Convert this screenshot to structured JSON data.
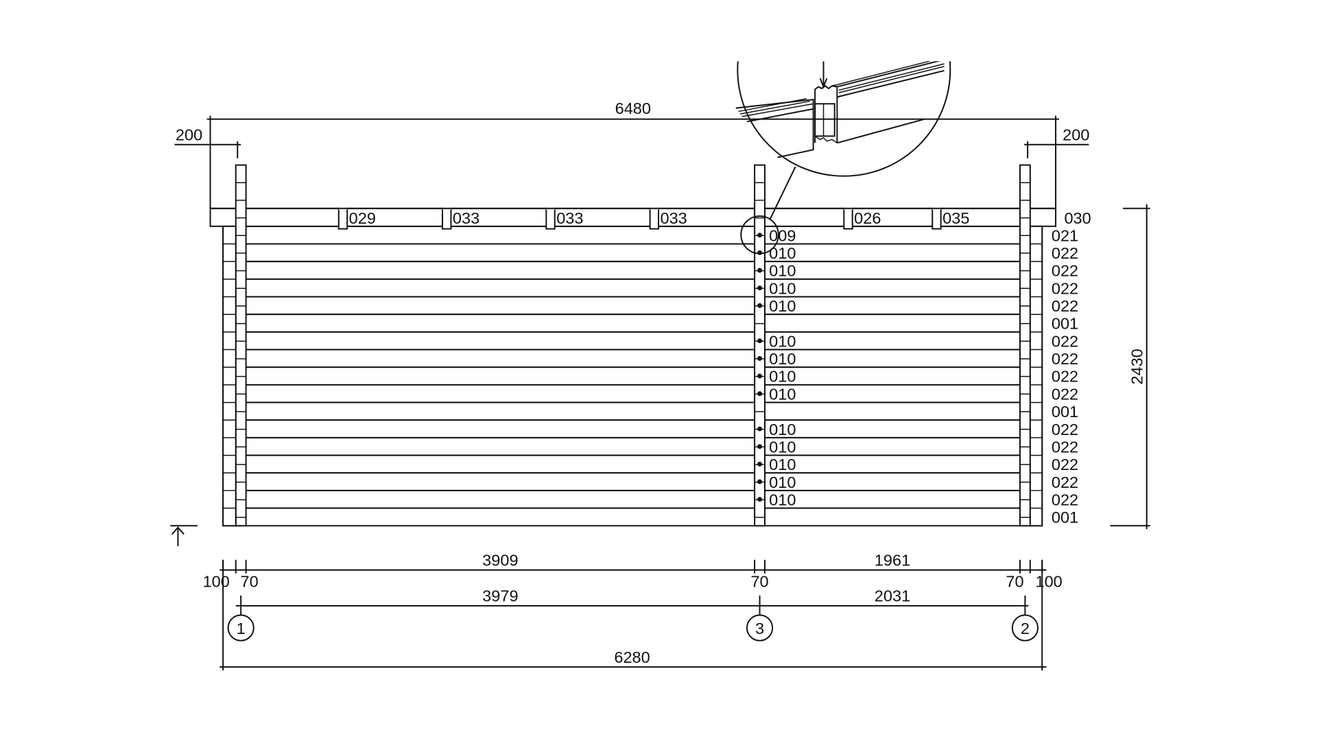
{
  "dimensions": {
    "overall_top": "6480",
    "overhang_left": "200",
    "overhang_right": "200",
    "height": "2430",
    "seg_left_inner": "3909",
    "seg_right_inner": "1961",
    "post_left": "70",
    "post_mid": "70",
    "post_right": "70",
    "corner_left": "100",
    "corner_right": "100",
    "axis_left_span": "3979",
    "axis_right_span": "2031",
    "overall_bottom": "6280"
  },
  "axes": [
    "1",
    "3",
    "2"
  ],
  "top_beam": {
    "segments": [
      "029",
      "033",
      "033",
      "033",
      "026",
      "035"
    ],
    "right_label": "030"
  },
  "middle_labels": [
    "009",
    "010",
    "010",
    "010",
    "010",
    "",
    "010",
    "010",
    "010",
    "010",
    "",
    "010",
    "010",
    "010",
    "010",
    "010",
    ""
  ],
  "right_labels": [
    "021",
    "022",
    "022",
    "022",
    "022",
    "001",
    "022",
    "022",
    "022",
    "022",
    "001",
    "022",
    "022",
    "022",
    "022",
    "022",
    "001"
  ]
}
